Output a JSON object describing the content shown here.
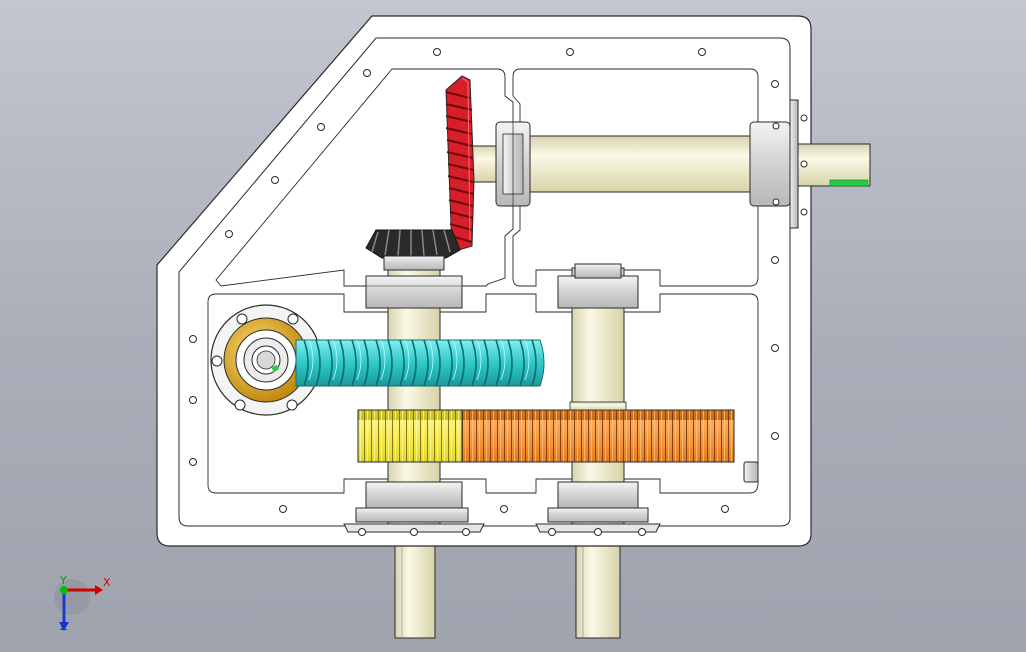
{
  "viewport": {
    "background": "#b4b8c2"
  },
  "colors": {
    "housing": "#ffffff",
    "outline": "#2a2a2a",
    "shaft": "#f8f5d6",
    "bevel_gear": "#e0202a",
    "bevel_pinion": "#1a1a1a",
    "worm_wheel": "#36d3d3",
    "small_spur": "#efe84a",
    "large_spur": "#f08a2a",
    "bearing": "#dcdcdc",
    "worm_hub": "#d8a820",
    "key": "#22cc44"
  },
  "triad": {
    "x": "X",
    "y": "Y",
    "z": "Z"
  },
  "icons": [
    "coordinate-triad-icon"
  ]
}
